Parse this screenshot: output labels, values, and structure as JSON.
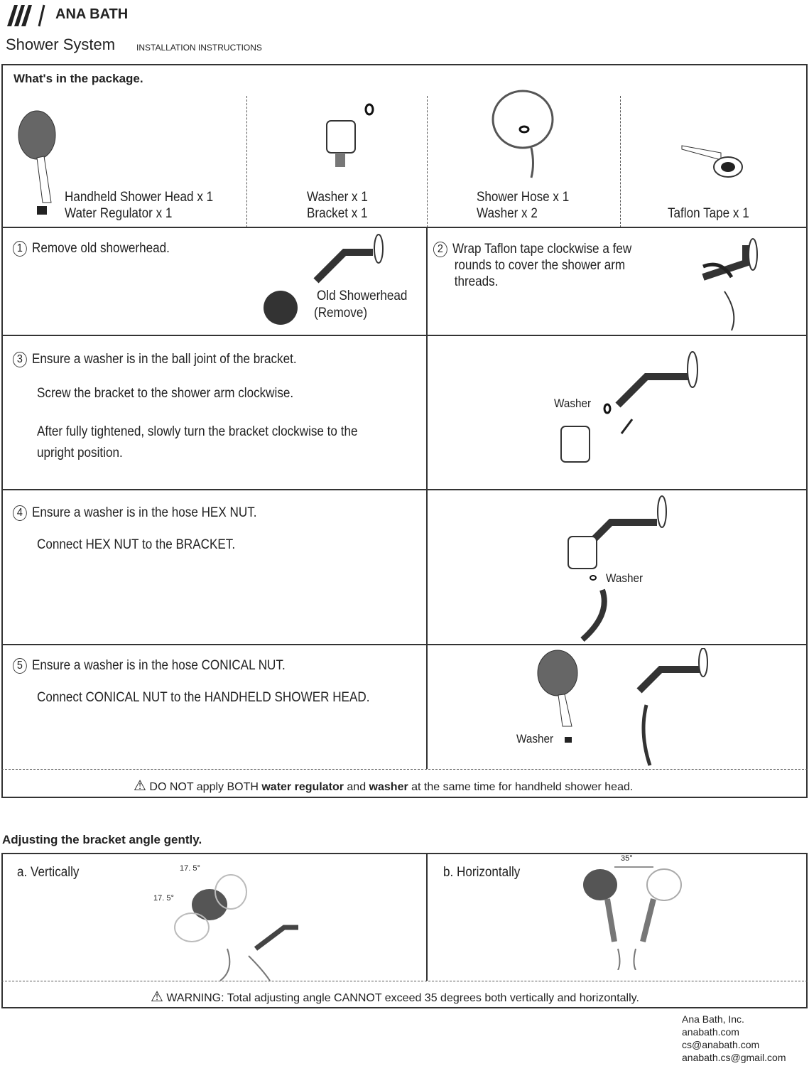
{
  "brand": "ANA BATH",
  "title": "Shower System",
  "subtitle": "INSTALLATION INSTRUCTIONS",
  "package": {
    "heading": "What's in the package.",
    "items": [
      {
        "lines": [
          "Handheld Shower Head x 1",
          "Water Regulator x 1"
        ]
      },
      {
        "lines": [
          "Washer x 1",
          "Bracket x 1"
        ]
      },
      {
        "lines": [
          "Shower Hose x 1",
          "Washer x 2"
        ]
      },
      {
        "lines": [
          "Taflon Tape x 1"
        ]
      }
    ]
  },
  "steps": [
    {
      "n": "1",
      "lines": [
        "Remove old showerhead."
      ],
      "callout": [
        "Old Showerhead",
        "(Remove)"
      ]
    },
    {
      "n": "2",
      "lines": [
        "Wrap Taflon tape clockwise a few",
        "rounds to cover the shower arm",
        "threads."
      ]
    },
    {
      "n": "3",
      "lines": [
        "Ensure a washer is in the ball joint of the bracket.",
        "Screw the bracket to the shower arm clockwise.",
        "After fully tightened, slowly turn the bracket clockwise to the",
        "upright position."
      ],
      "callout": "Washer"
    },
    {
      "n": "4",
      "lines": [
        "Ensure a washer is in the hose HEX NUT.",
        "Connect HEX NUT to the BRACKET."
      ],
      "callout": "Washer"
    },
    {
      "n": "5",
      "lines": [
        "Ensure a washer is in the hose CONICAL NUT.",
        "Connect CONICAL NUT to the HANDHELD SHOWER HEAD."
      ],
      "callout": "Washer"
    }
  ],
  "warning1": {
    "pre": "DO NOT apply BOTH ",
    "b1": "water regulator",
    "mid": " and ",
    "b2": "washer",
    "post": " at the same time for handheld shower head."
  },
  "adjust": {
    "heading": "Adjusting the bracket angle gently.",
    "a": "a. Vertically",
    "b": "b. Horizontally",
    "angle_a1": "17. 5°",
    "angle_a2": "17. 5°",
    "angle_b": "35°"
  },
  "warning2": "WARNING: Total adjusting angle CANNOT exceed 35 degrees both vertically and horizontally.",
  "footer": [
    "Ana Bath, Inc.",
    "anabath.com",
    "cs@anabath.com",
    "anabath.cs@gmail.com"
  ]
}
